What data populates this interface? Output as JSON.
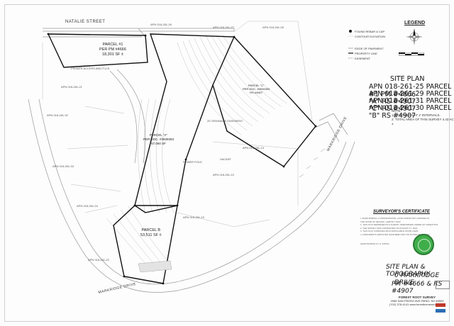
{
  "legend": {
    "title": "LEGEND",
    "items": [
      "FOUND REBAR & CAP",
      "CONTOUR ELEVATION",
      "EDGE OF PAVEMENT",
      "PROPERTY LINE",
      "EASEMENT"
    ]
  },
  "site_plan": {
    "heading": "SITE PLAN",
    "apn_lines": [
      "APN 018-261-25 PARCEL #1  PM #4666",
      "APN 018-261-29 PARCEL \"A\" RS #4907",
      "APN 018-261-31 PARCEL \"C\" RS #4907",
      "APN 018-261-30 PARCEL \"B\" RS #4907"
    ]
  },
  "notes": {
    "title": "NOTE:",
    "lines": [
      "1. CONTOURS AT 2' INTERVALS.",
      "2. TOTAL AREA OF THIS SURVEY 4.43 AC ±"
    ]
  },
  "certificate": {
    "title": "SURVEYOR'S CERTIFICATE",
    "lines": [
      "I, ADAM BORING, A PROFESSIONAL LAND SURVEYOR LICENSED IN",
      "THE STATE OF NEVADA, CERTIFY THAT:",
      "1. THIS PLAT REPRESENTS A SURVEY PERFORMED UNDER MY DIRECTION.",
      "2. THE SURVEY WAS COMPLETED ON AUGUST 17, 2021.",
      "3. THIS PLAT COMPLIES WITH APPLICABLE STATE LAWS.",
      "4. MONUMENTS DEPICTED HAVE BEEN SET OR FOUND AS SHOWN."
    ],
    "signature": "ADAM BORING      P.L.S. #15341"
  },
  "title_block": {
    "line1": "SITE PLAN & TOPOGRAPHY",
    "line2": "0 MARKRIDGE DRIVE",
    "line3": "PM #4666  &  RS #4907"
  },
  "footer": {
    "company": "FOREST ROOT SURVEY",
    "address": "2966 SAN PEDRO AVE RENO, NV 89509",
    "contact": "(702) 378-4141   www.foresthomesurvey.com"
  },
  "streets": {
    "top": "NATALIE STREET",
    "bottom": "MARKRIDGE DRIVE",
    "right": "MARKRIDGE DRIVE"
  },
  "parcels": {
    "p1": [
      "PARCEL #1",
      "PER PM #4666",
      "18,301 SF ±"
    ],
    "pA": [
      "PARCEL \"A\"",
      "PER DOC. #3939393",
      "57,060 SF"
    ],
    "pB": [
      "PARCEL B",
      "53,511 SF ±"
    ],
    "pC": [
      "PARCEL \"C\"",
      "PER DOC. #3939393",
      "RS #4907"
    ]
  },
  "small_labels": {
    "apn_a": "APN 018-261-26",
    "apn_b": "APN 018-261-27",
    "apn_c": "APN 018-261-28",
    "apn_d": "APN 018-261-32",
    "apn_e": "APN 018-261-33",
    "apn_f": "APN 018-261-24",
    "apn_g": "APN 018-261-22",
    "apn_h": "APN 018-261-10",
    "apn_i": "APN 018-261-13",
    "apn_j": "APN 018-261-21",
    "apn_k": "APN 018-261-19",
    "access": "PRIVATE ACCESS AND P.U.E.",
    "easement": "20' DRAINAGE EASEMENT",
    "power": "POWER POLE",
    "vacant": "VACANT"
  }
}
